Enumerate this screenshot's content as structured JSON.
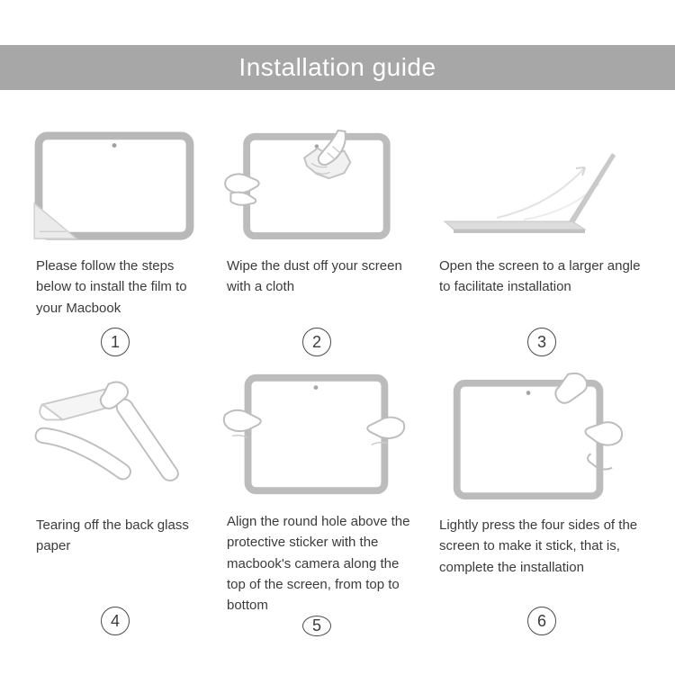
{
  "header": {
    "title": "Installation guide"
  },
  "colors": {
    "banner_bg": "#a7a7a7",
    "banner_text": "#ffffff",
    "line_art": "#bcbcbc",
    "body_text": "#3b3b3b"
  },
  "steps": [
    {
      "number": "1",
      "icon": "macbook-film-peel-icon",
      "caption": "Please follow the steps below to install the film to your Macbook"
    },
    {
      "number": "2",
      "icon": "wipe-screen-cloth-icon",
      "caption": "Wipe the dust off your screen with a cloth"
    },
    {
      "number": "3",
      "icon": "open-laptop-angle-icon",
      "caption": "Open the screen to a larger angle to facilitate installation"
    },
    {
      "number": "4",
      "icon": "tear-back-paper-icon",
      "caption": "Tearing off the back glass paper"
    },
    {
      "number": "5",
      "icon": "align-camera-hole-icon",
      "caption": "Align the round hole above the protective sticker with the macbook's camera along the top of the screen, from top to bottom"
    },
    {
      "number": "6",
      "icon": "press-four-sides-icon",
      "caption": "Lightly press the four sides of the screen to make it stick, that is, complete the installation"
    }
  ]
}
